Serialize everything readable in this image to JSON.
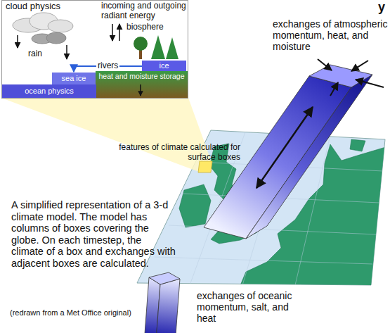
{
  "diagram": {
    "caption": "(redrawn from a Met Office original)",
    "nodes": [
      {
        "text": [
          "cloud physics",
          "incoming and outgoing radiant energy",
          "biosphere",
          "rain"
        ]
      },
      {
        "text": [
          "ice"
        ],
        "in": 0
      },
      {
        "text": [
          "sea ice"
        ],
        "in": 0
      },
      {
        "text": [
          "heat and moisture storage"
        ],
        "in": 0
      },
      {
        "text": [
          "ocean physics"
        ],
        "in": 0
      }
    ],
    "edges": [
      {
        "from": 1,
        "to": 2,
        "label": "rivers",
        "arrow": "to"
      }
    ],
    "labels": [
      "y",
      "features of climate calculated for surface boxes",
      "exchanges of atmospheric momentum, heat, and moisture",
      "A simplified representation of a 3-d climate model. The model has columns of boxes covering the globe. On each timestep, the climate of a box and exchanges with adjacent boxes are calculated.",
      "exchanges of oceanic momentum, salt, and heat"
    ]
  }
}
